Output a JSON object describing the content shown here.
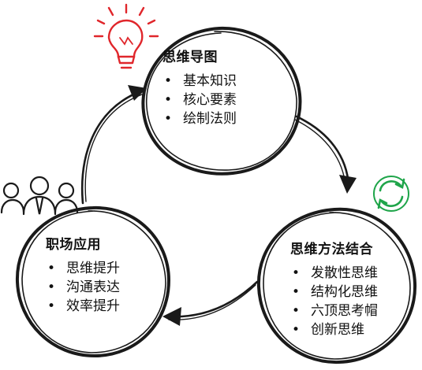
{
  "diagram": {
    "top": {
      "title": "思维导图",
      "items": [
        "基本知识",
        "核心要素",
        "绘制法则"
      ]
    },
    "left": {
      "title": "职场应用",
      "items": [
        "思维提升",
        "沟通表达",
        "效率提升"
      ]
    },
    "right": {
      "title": "思维方法结合",
      "items": [
        "发散性思维",
        "结构化思维",
        "六顶思考帽",
        "创新思维"
      ]
    }
  },
  "colors": {
    "ink": "#1a1a1a",
    "lightbulb": "#e0262b",
    "cycle_icon": "#1fa54a"
  },
  "icons": {
    "top": "lightbulb-icon",
    "left": "people-icon",
    "right": "recycle-arrows-icon"
  }
}
